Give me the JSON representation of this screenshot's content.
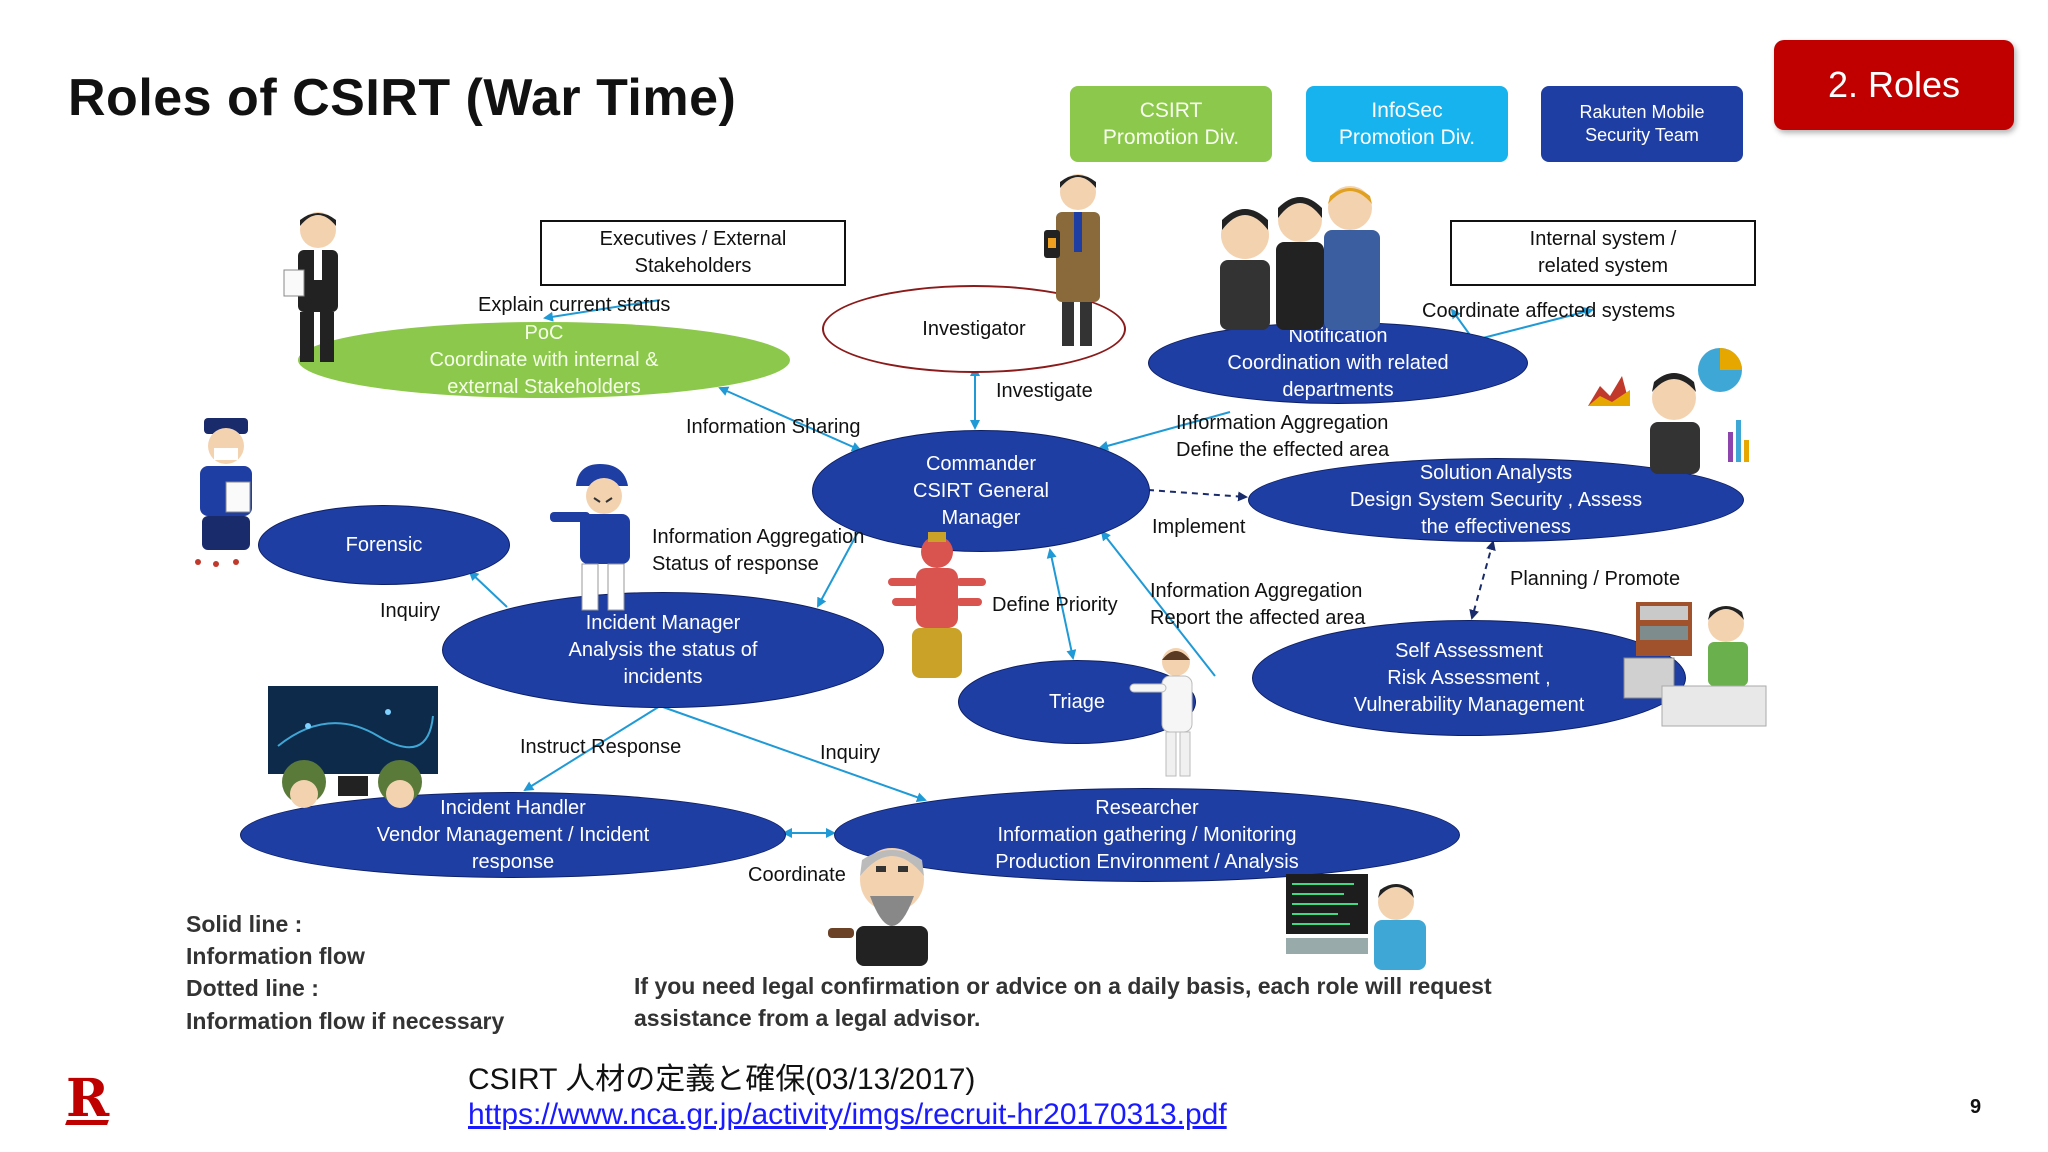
{
  "title": "Roles of CSIRT (War Time)",
  "badges": {
    "csirt_promo": [
      "CSIRT",
      "Promotion Div."
    ],
    "infosec_promo": [
      "InfoSec",
      "Promotion Div."
    ],
    "rakuten_team": [
      "Rakuten Mobile",
      "Security Team"
    ],
    "roles_tag": "2. Roles"
  },
  "colors": {
    "csirt_promo": "#8cc84b",
    "infosec_promo": "#16b3ee",
    "rakuten_team": "#1f3ea3",
    "roles_tag": "#c00000",
    "node_blue": "#1f3ea3",
    "arrow": "#1f9ad6"
  },
  "boxes": {
    "executives": [
      "Executives / External",
      "Stakeholders"
    ],
    "internal_system": [
      "Internal system /",
      "related system"
    ]
  },
  "nodes": {
    "poc": [
      "PoC",
      "Coordinate with internal &",
      "external Stakeholders"
    ],
    "investigator": [
      "Investigator"
    ],
    "notification": [
      "Notification",
      "Coordination with related",
      "departments"
    ],
    "commander": [
      "Commander",
      "CSIRT General",
      "Manager"
    ],
    "solution": [
      "Solution Analysts",
      "Design System Security , Assess",
      "the effectiveness"
    ],
    "forensic": [
      "Forensic"
    ],
    "incident_manager": [
      "Incident Manager",
      "Analysis the status of",
      "incidents"
    ],
    "triage": [
      "Triage"
    ],
    "self_assessment": [
      "Self Assessment",
      "Risk Assessment ,",
      "Vulnerability Management"
    ],
    "incident_handler": [
      "Incident Handler",
      "Vendor Management / Incident",
      "response"
    ],
    "researcher": [
      "Researcher",
      "Information gathering / Monitoring",
      "Production Environment / Analysis"
    ]
  },
  "labels": {
    "explain": "Explain current status",
    "coordinate_affected": "Coordinate affected systems",
    "investigate": "Investigate",
    "info_sharing": "Information Sharing",
    "info_agg_1": [
      "Information Aggregation",
      "Define the effected area"
    ],
    "implement": "Implement",
    "info_agg_2": [
      "Information Aggregation",
      "Status of response"
    ],
    "planning": "Planning / Promote",
    "inquiry_1": "Inquiry",
    "define_priority": "Define Priority",
    "info_agg_3": [
      "Information Aggregation",
      "Report the affected area"
    ],
    "instruct": "Instruct Response",
    "inquiry_2": "Inquiry",
    "coordinate": "Coordinate"
  },
  "legend": [
    "Solid line :",
    "Information flow",
    "Dotted line :",
    "Information flow if necessary"
  ],
  "note": [
    "If you need legal confirmation or advice on a daily basis, each role will request",
    "assistance from a legal advisor."
  ],
  "reference": {
    "title": "CSIRT 人材の定義と確保(03/13/2017)",
    "url": "https://www.nca.gr.jp/activity/imgs/recruit-hr20170313.pdf"
  },
  "page_number": "9",
  "logo": "R"
}
